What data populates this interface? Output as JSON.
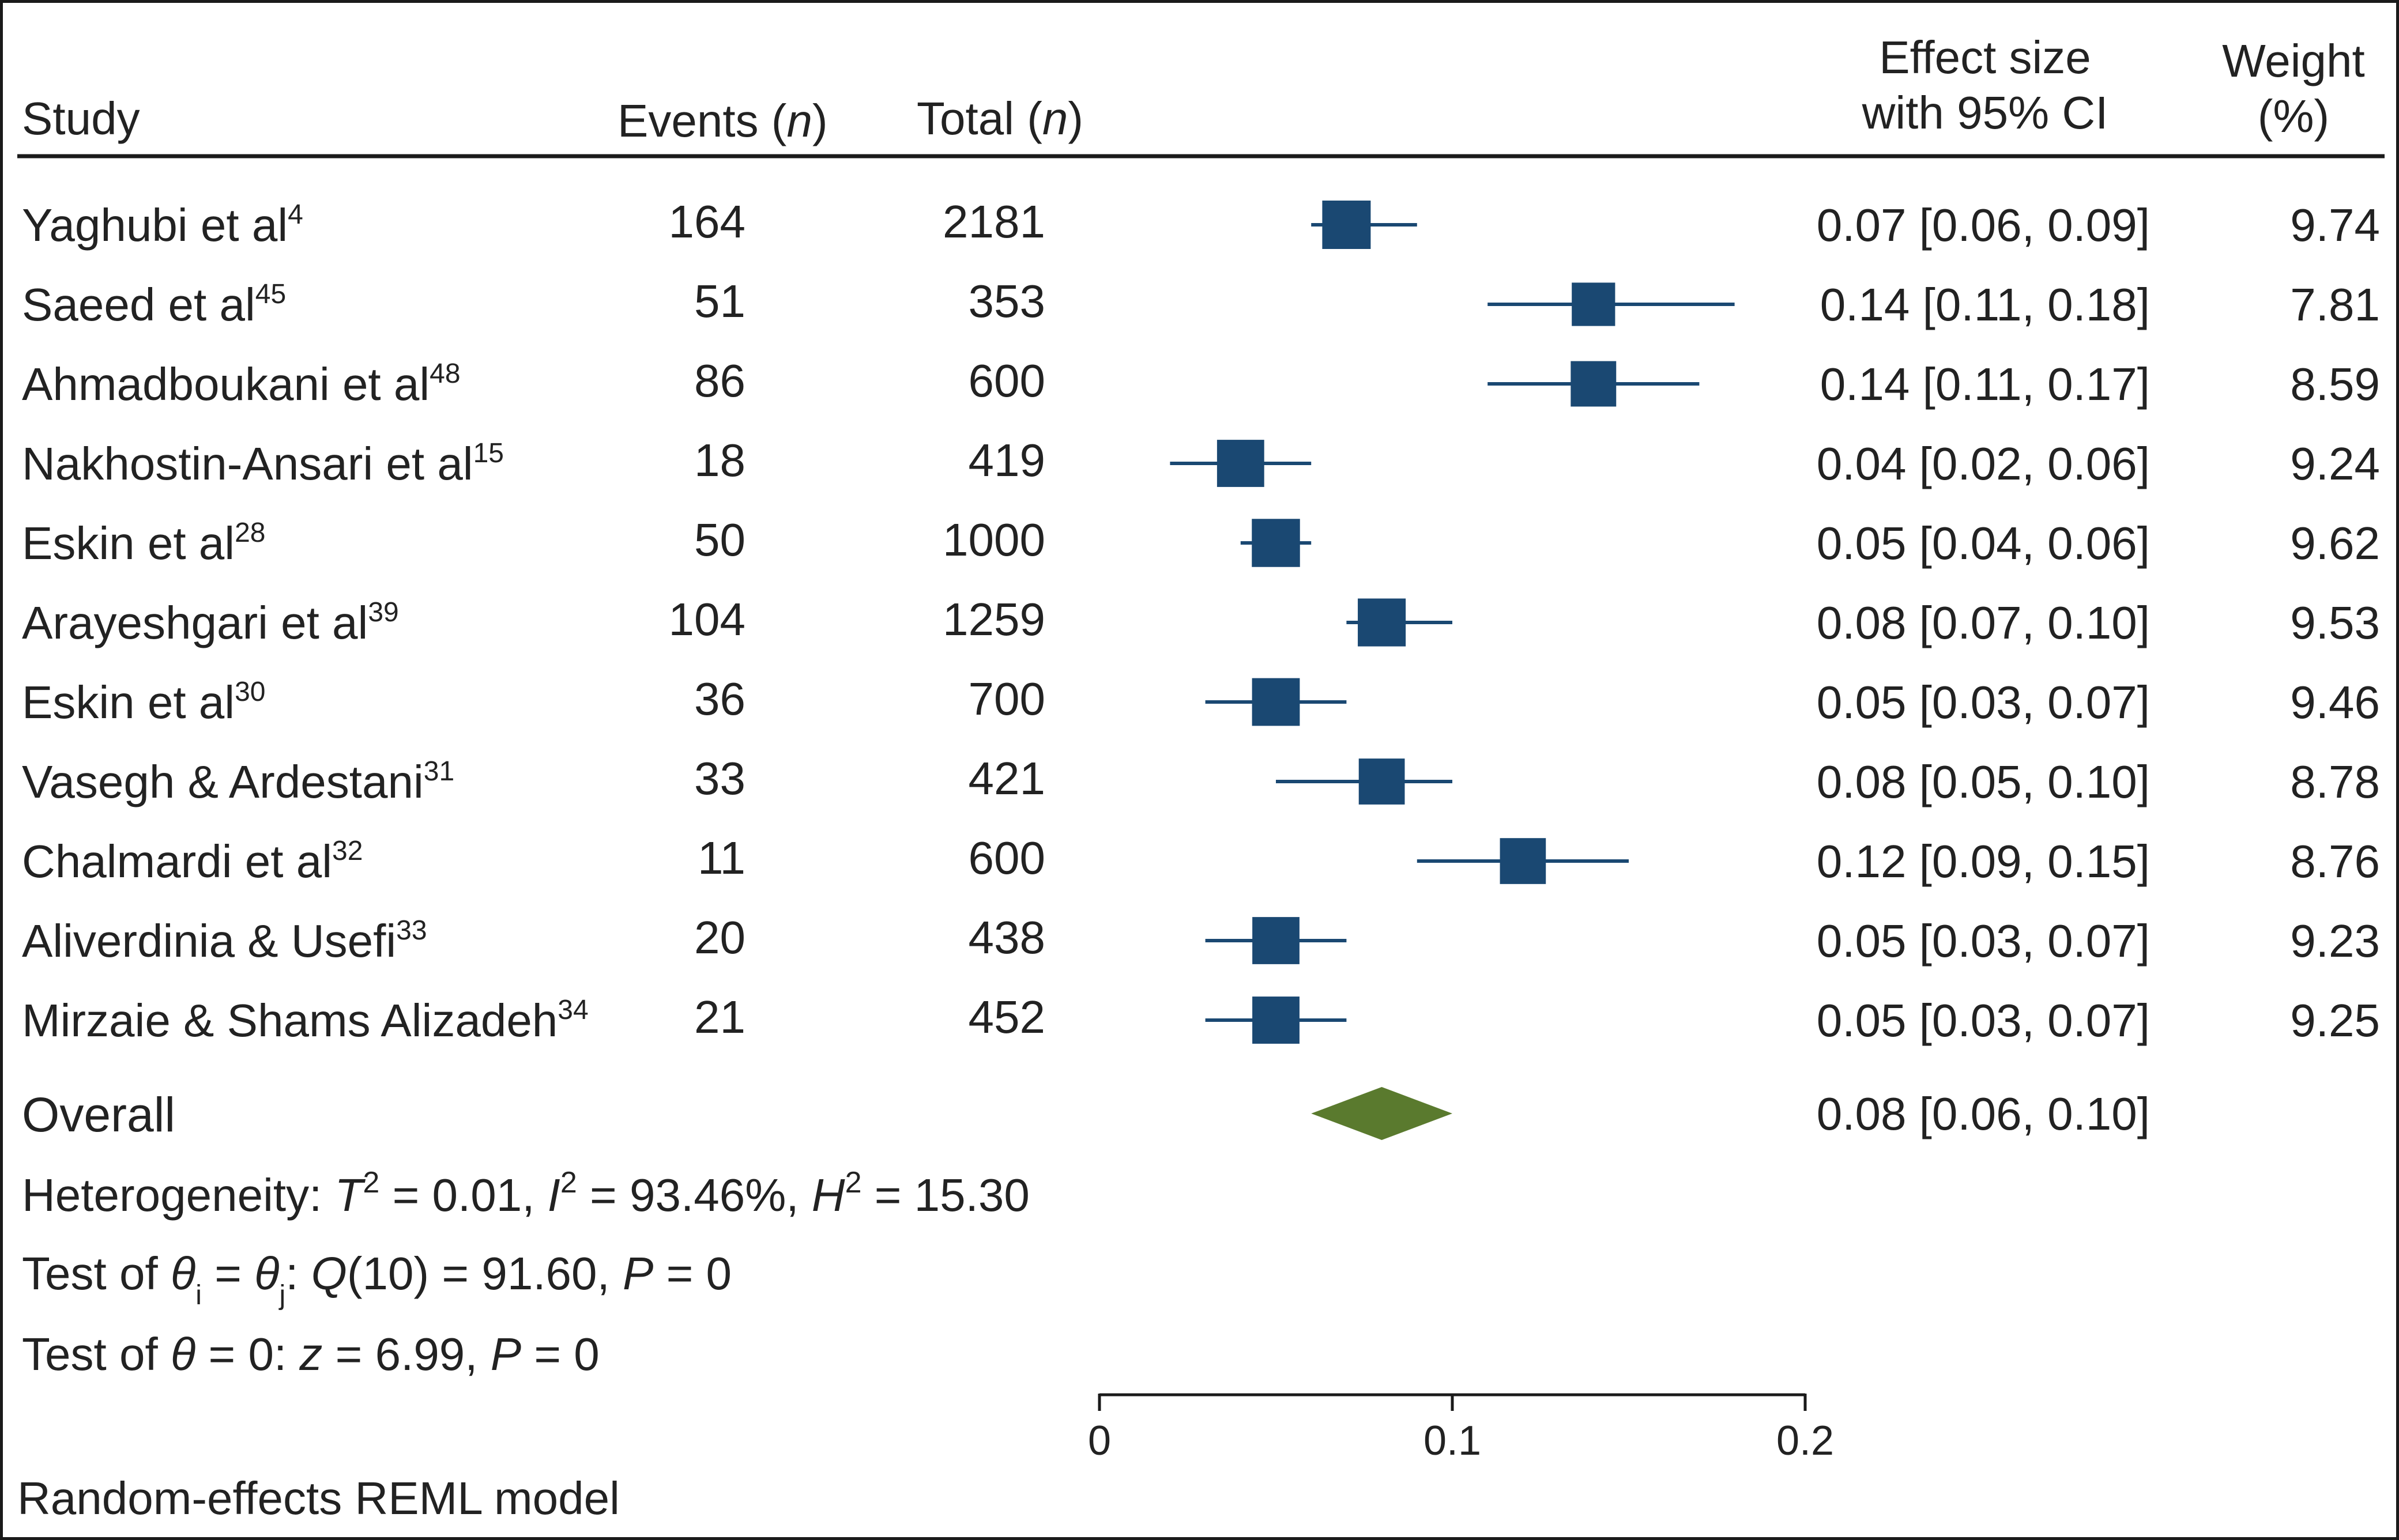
{
  "header": {
    "study": "Study",
    "events_label": "Events (",
    "events_n": "n",
    "events_close": ")",
    "total_label": "Total (",
    "total_n": "n",
    "total_close": ")",
    "effect_line1": "Effect size",
    "effect_line2": "with 95% CI",
    "weight_line1": "Weight",
    "weight_line2": "(%)"
  },
  "chart_data": {
    "type": "forest",
    "xlim": [
      0,
      0.2
    ],
    "ticks": [
      {
        "value": 0,
        "label": "0"
      },
      {
        "value": 0.1,
        "label": "0.1"
      },
      {
        "value": 0.2,
        "label": "0.2"
      }
    ],
    "studies": [
      {
        "name": "Yaghubi et al",
        "ref": "4",
        "events": "164",
        "total": "2181",
        "es": 0.07,
        "lo": 0.06,
        "hi": 0.09,
        "es_text": "0.07 [0.06, 0.09]",
        "weight": 9.74,
        "weight_text": "9.74"
      },
      {
        "name": "Saeed et al",
        "ref": "45",
        "events": "51",
        "total": "353",
        "es": 0.14,
        "lo": 0.11,
        "hi": 0.18,
        "es_text": "0.14 [0.11, 0.18]",
        "weight": 7.81,
        "weight_text": "7.81"
      },
      {
        "name": "Ahmadboukani et al",
        "ref": "48",
        "events": "86",
        "total": "600",
        "es": 0.14,
        "lo": 0.11,
        "hi": 0.17,
        "es_text": "0.14 [0.11, 0.17]",
        "weight": 8.59,
        "weight_text": "8.59"
      },
      {
        "name": "Nakhostin-Ansari et al",
        "ref": "15",
        "events": "18",
        "total": "419",
        "es": 0.04,
        "lo": 0.02,
        "hi": 0.06,
        "es_text": "0.04 [0.02, 0.06]",
        "weight": 9.24,
        "weight_text": "9.24"
      },
      {
        "name": "Eskin et al",
        "ref": "28",
        "events": "50",
        "total": "1000",
        "es": 0.05,
        "lo": 0.04,
        "hi": 0.06,
        "es_text": "0.05 [0.04, 0.06]",
        "weight": 9.62,
        "weight_text": "9.62"
      },
      {
        "name": "Arayeshgari et al",
        "ref": "39",
        "events": "104",
        "total": "1259",
        "es": 0.08,
        "lo": 0.07,
        "hi": 0.1,
        "es_text": "0.08 [0.07, 0.10]",
        "weight": 9.53,
        "weight_text": "9.53"
      },
      {
        "name": "Eskin et al",
        "ref": "30",
        "events": "36",
        "total": "700",
        "es": 0.05,
        "lo": 0.03,
        "hi": 0.07,
        "es_text": "0.05 [0.03, 0.07]",
        "weight": 9.46,
        "weight_text": "9.46"
      },
      {
        "name": "Vasegh & Ardestani",
        "ref": "31",
        "events": "33",
        "total": "421",
        "es": 0.08,
        "lo": 0.05,
        "hi": 0.1,
        "es_text": "0.08 [0.05, 0.10]",
        "weight": 8.78,
        "weight_text": "8.78"
      },
      {
        "name": "Chalmardi et al",
        "ref": "32",
        "events": "11",
        "total": "600",
        "es": 0.12,
        "lo": 0.09,
        "hi": 0.15,
        "es_text": "0.12 [0.09, 0.15]",
        "weight": 8.76,
        "weight_text": "8.76"
      },
      {
        "name": "Aliverdinia & Usefi",
        "ref": "33",
        "events": "20",
        "total": "438",
        "es": 0.05,
        "lo": 0.03,
        "hi": 0.07,
        "es_text": "0.05 [0.03, 0.07]",
        "weight": 9.23,
        "weight_text": "9.23"
      },
      {
        "name": "Mirzaie & Shams Alizadeh",
        "ref": "34",
        "events": "21",
        "total": "452",
        "es": 0.05,
        "lo": 0.03,
        "hi": 0.07,
        "es_text": "0.05 [0.03, 0.07]",
        "weight": 9.25,
        "weight_text": "9.25"
      }
    ],
    "overall": {
      "label": "Overall",
      "es": 0.08,
      "lo": 0.06,
      "hi": 0.1,
      "es_text": "0.08 [0.06, 0.10]"
    },
    "colors": {
      "study_marker": "#1a4872",
      "overall_marker": "#5a7a2e",
      "rule": "#1a1a1a"
    }
  },
  "stats": {
    "heterogeneity": {
      "prefix": "Heterogeneity: ",
      "t": "T",
      "t_sup": "2",
      "t_val": " = 0.01, ",
      "i": "I",
      "i_sup": "2",
      "i_val": " = 93.46%, ",
      "h": "H",
      "h_sup": "2",
      "h_val": " = 15.30"
    },
    "test1": {
      "prefix": "Test of ",
      "theta": "θ",
      "sub_i": "i",
      "eq": " = ",
      "theta2": "θ",
      "sub_j": "j",
      "colon": ": ",
      "q": "Q",
      "q_val": "(10) = 91.60, ",
      "p": "P",
      "p_val": " = 0"
    },
    "test2": {
      "prefix": "Test of ",
      "theta": "θ",
      "eq": " = 0: ",
      "z": "z",
      "z_val": " = 6.99, ",
      "p": "P",
      "p_val": " = 0"
    }
  },
  "footer": "Random-effects REML model"
}
